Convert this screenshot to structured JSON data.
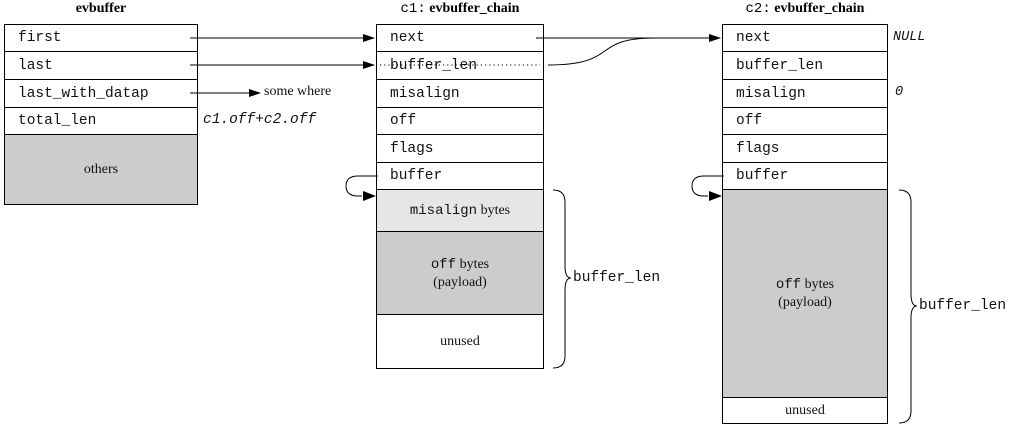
{
  "evbuffer": {
    "title": "evbuffer",
    "fields": [
      "first",
      "last",
      "last_with_datap",
      "total_len"
    ],
    "others": "others"
  },
  "c1": {
    "title_prefix": "c1:",
    "title": "evbuffer_chain",
    "fields": [
      "next",
      "buffer_len",
      "misalign",
      "off",
      "flags",
      "buffer"
    ],
    "misalign_block": {
      "code": "misalign",
      "text": " bytes"
    },
    "off_block": {
      "code": "off",
      "text": " bytes",
      "line2": "(payload)"
    },
    "unused": "unused"
  },
  "c2": {
    "title_prefix": "c2:",
    "title": "evbuffer_chain",
    "fields": [
      "next",
      "buffer_len",
      "misalign",
      "off",
      "flags",
      "buffer"
    ],
    "off_block": {
      "code": "off",
      "text": " bytes",
      "line2": "(payload)"
    },
    "unused": "unused"
  },
  "annotations": {
    "some_where": "some where",
    "total_len_value": "c1.off+c2.off",
    "c2_next_value": "NULL",
    "c2_misalign_value": "0",
    "c1_brace_label": "buffer_len",
    "c2_brace_label": "buffer_len"
  }
}
